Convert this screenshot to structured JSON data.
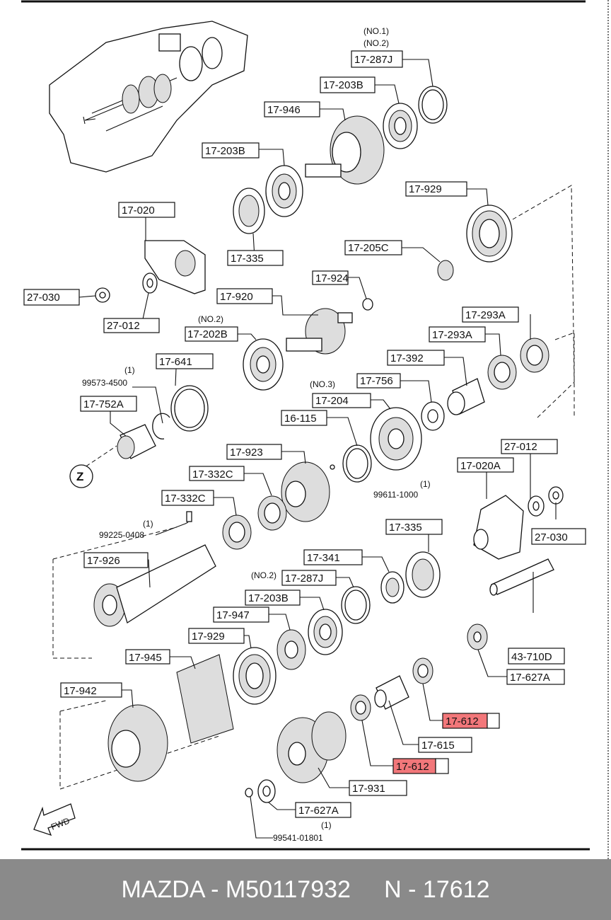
{
  "labels": {
    "l17287J_top": "17-287J",
    "l17203B_a": "17-203B",
    "l17946": "17-946",
    "l17203B_b": "17-203B",
    "l17929_a": "17-929",
    "l17020": "17-020",
    "l17335_a": "17-335",
    "l17205C": "17-205C",
    "l27030_a": "27-030",
    "l27012_a": "27-012",
    "l17924": "17-924",
    "l17920": "17-920",
    "l17202B": "17-202B",
    "l17293A_a": "17-293A",
    "l17293A_b": "17-293A",
    "l17641": "17-641",
    "l17392": "17-392",
    "l17752A": "17-752A",
    "l17756": "17-756",
    "l17204": "17-204",
    "l16115": "16-115",
    "l17923": "17-923",
    "l27012_b": "27-012",
    "l17332C_a": "17-332C",
    "l17020A": "17-020A",
    "l17332C_b": "17-332C",
    "l17335_b": "17-335",
    "l27030_b": "27-030",
    "l17926": "17-926",
    "l17341": "17-341",
    "l17287J_b": "17-287J",
    "l17203B_c": "17-203B",
    "l17947": "17-947",
    "l17929_b": "17-929",
    "l43710D": "43-710D",
    "l17945": "17-945",
    "l17627A_a": "17-627A",
    "l17942": "17-942",
    "l17612_a": "17-612",
    "l17615": "17-615",
    "l17612_b": "17-612",
    "l17931": "17-931",
    "l17627A_b": "17-627A"
  },
  "notes": {
    "no1": "(NO.1)",
    "no2_top": "(NO.2)",
    "no2_mid": "(NO.2)",
    "no3": "(NO.3)",
    "no2_low": "(NO.2)",
    "q1a": "(1)",
    "p99573": "99573-4500",
    "q1b": "(1)",
    "p99611": "99611-1000",
    "q1c": "(1)",
    "p99225": "99225-0408",
    "q1d": "(1)",
    "p99541": "99541-01801",
    "z": "Z",
    "fwd": "FWD"
  },
  "footer": {
    "text": "MAZDA - M50117932     N - 17612"
  },
  "colors": {
    "highlight": "#f2777a",
    "footer_bg": "#8a8a8a",
    "footer_text": "#ffffff"
  }
}
